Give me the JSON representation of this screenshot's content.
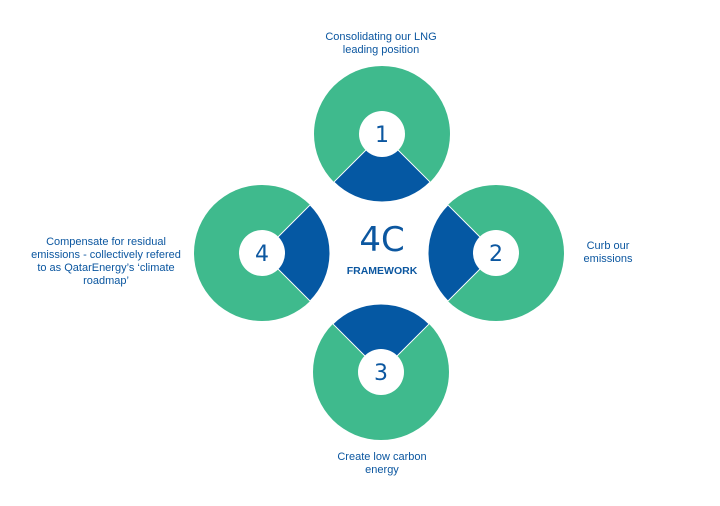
{
  "colors": {
    "green": "#3fba8d",
    "blue": "#0558a3",
    "text": "#0c57a0"
  },
  "center": {
    "title": "4C",
    "subtitle": "FRAMEWORK"
  },
  "pillars": [
    {
      "number": "1",
      "label": "Consolidating our LNG leading position",
      "wedge": "bottom"
    },
    {
      "number": "2",
      "label": "Curb our emissions",
      "wedge": "left"
    },
    {
      "number": "3",
      "label": "Create low carbon energy",
      "wedge": "top"
    },
    {
      "number": "4",
      "label": "Compensate for residual emissions - collectively refered to as QatarEnergy’s ‘climate roadmap’",
      "wedge": "right"
    }
  ]
}
